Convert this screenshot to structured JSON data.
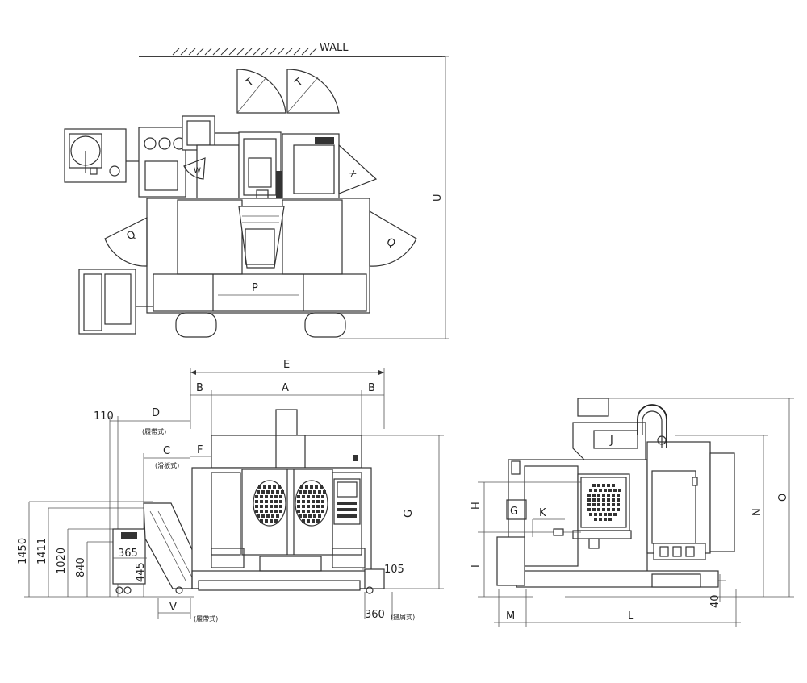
{
  "top_view": {
    "wall_label": "WALL",
    "labels": {
      "t1": "T",
      "t2": "T",
      "w": "W",
      "x": "X",
      "q1": "Q",
      "q2": "Q",
      "p": "P",
      "u": "U"
    }
  },
  "front_view": {
    "labels": {
      "e": "E",
      "a": "A",
      "b_left": "B",
      "b_right": "B",
      "d": "D",
      "c": "C",
      "f": "F",
      "g": "G",
      "v": "V"
    },
    "dims": {
      "d110": "110",
      "d1450": "1450",
      "d1411": "1411",
      "d1020": "1020",
      "d840": "840",
      "d365": "365",
      "d445": "445",
      "d105": "105",
      "d360": "360"
    },
    "notes": {
      "d_note": "(履帶式)",
      "c_note": "(滑板式)",
      "v_note": "(履帶式)",
      "r360_note": "(鏈屑式)"
    }
  },
  "side_view": {
    "labels": {
      "j": "J",
      "h": "H",
      "g_box": "G",
      "k": "K",
      "i": "I",
      "m": "M",
      "l": "L",
      "n": "N",
      "o": "O"
    },
    "dims": {
      "d40": "40"
    }
  }
}
